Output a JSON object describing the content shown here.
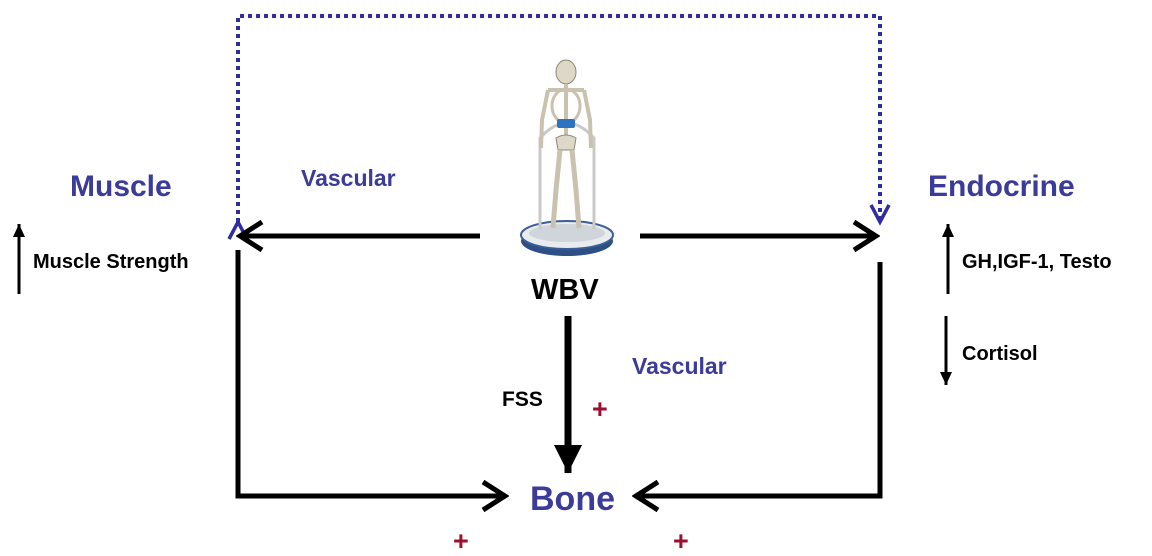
{
  "nodes": {
    "muscle": "Muscle",
    "endocrine": "Endocrine",
    "bone": "Bone",
    "wbv": "WBV"
  },
  "pathways": {
    "vascular_top": "Vascular",
    "vascular_center": "Vascular",
    "fss": "FSS"
  },
  "effects": {
    "muscle_strength": "Muscle Strength",
    "hormones": "GH,IGF-1, Testo",
    "cortisol": "Cortisol"
  },
  "signs": {
    "center": "+",
    "left": "+",
    "right": "+"
  },
  "colors": {
    "node_label": "#3b3b9a",
    "dotted_arrow": "#2e2e9e",
    "solid_arrow": "#000000",
    "plus_sign": "#9b1030"
  },
  "icons": {
    "device": "skeleton-on-vibration-platform-icon"
  }
}
